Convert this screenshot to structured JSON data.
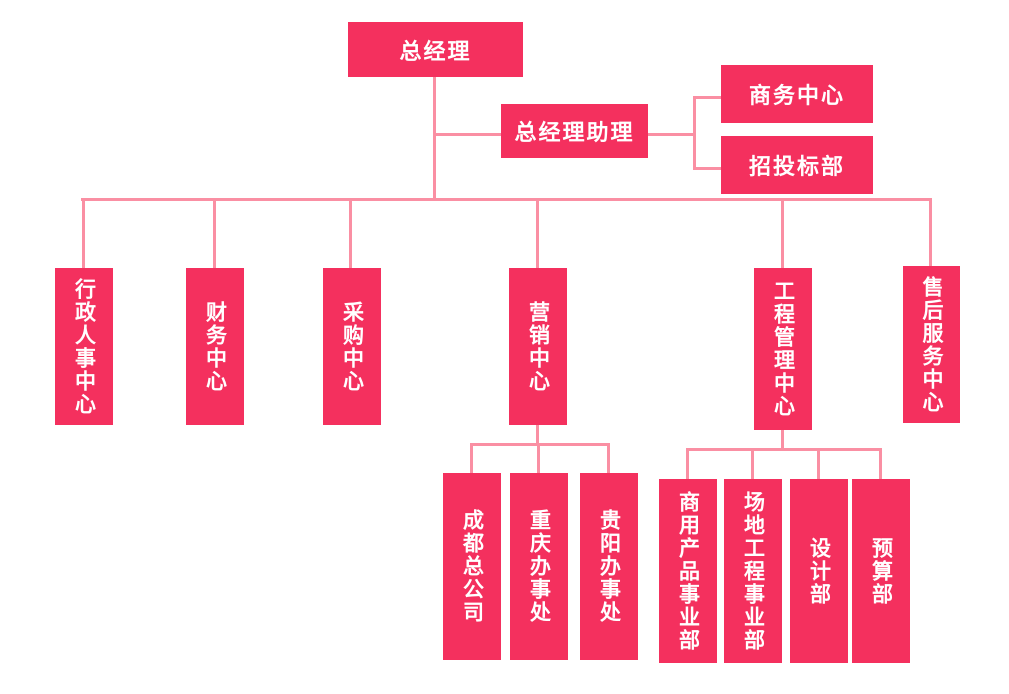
{
  "page": {
    "background": "#ffffff",
    "description_type": "org-chart"
  },
  "colors": {
    "node_fill": "#f4305e",
    "node_text": "#ffffff",
    "connector": "#fa8fa3"
  },
  "org": {
    "nodes": {
      "general_manager": {
        "label": "总经理"
      },
      "gm_assistant": {
        "label": "总经理助理"
      },
      "business_center": {
        "label": "商务中心"
      },
      "bidding_dept": {
        "label": "招投标部"
      },
      "admin_hr_center": {
        "label": "行政人事中心"
      },
      "finance_center": {
        "label": "财务中心"
      },
      "procurement_center": {
        "label": "采购中心"
      },
      "marketing_center": {
        "label": "营销中心"
      },
      "engineering_mgmt_center": {
        "label": "工程管理中心"
      },
      "after_sales_center": {
        "label": "售后服务中心"
      },
      "chengdu_hq": {
        "label": "成都总公司"
      },
      "chongqing_office": {
        "label": "重庆办事处"
      },
      "guiyang_office": {
        "label": "贵阳办事处"
      },
      "commercial_products_div": {
        "label": "商用产品事业部"
      },
      "site_engineering_div": {
        "label": "场地工程事业部"
      },
      "design_dept": {
        "label": "设计部"
      },
      "budget_dept": {
        "label": "预算部"
      }
    },
    "hierarchy": {
      "root": "总经理",
      "staff_branch": {
        "parent": "总经理",
        "node": "总经理助理",
        "children": [
          "商务中心",
          "招投标部"
        ]
      },
      "line_departments": [
        "行政人事中心",
        "财务中心",
        "采购中心",
        "营销中心",
        "工程管理中心",
        "售后服务中心"
      ],
      "marketing_children": [
        "成都总公司",
        "重庆办事处",
        "贵阳办事处"
      ],
      "engineering_children": [
        "商用产品事业部",
        "场地工程事业部",
        "设计部",
        "预算部"
      ]
    }
  }
}
